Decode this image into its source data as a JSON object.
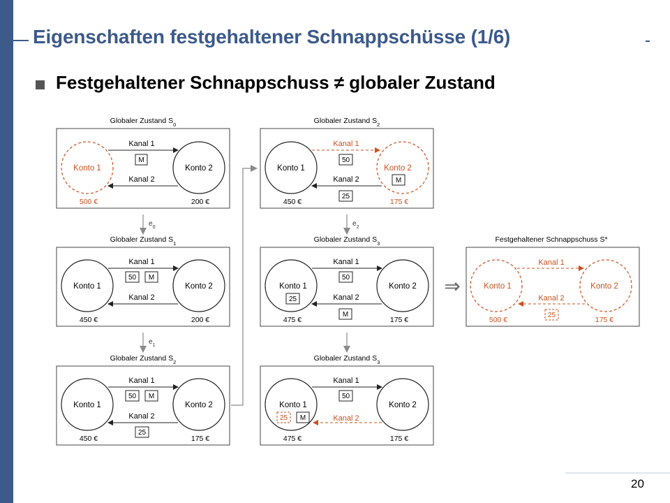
{
  "slide": {
    "title": "Eigenschaften festgehaltener Schnappschüsse (1/6)",
    "bullet": "Festgehaltener Schnappschuss  ≠ globaler Zustand",
    "page_number": "20"
  },
  "colors": {
    "accent": "#3c5a8a",
    "highlight": "#c8511f",
    "line": "#222222",
    "arrow_gray": "#8a8a8a"
  },
  "states": [
    {
      "title": "Globaler Zustand S",
      "sub": "0",
      "konto1": "Konto 1",
      "konto2": "Konto 2",
      "kanal1": "Kanal 1",
      "kanal2": "Kanal 2",
      "value1": "500 €",
      "value2": "200 €"
    },
    {
      "title": "Globaler Zustand S",
      "sub": "1",
      "konto1": "Konto 1",
      "konto2": "Konto 2",
      "kanal1": "Kanal 1",
      "kanal2": "Kanal 2",
      "value1": "450 €",
      "value2": "200 €",
      "ch1_msg1": "50",
      "ch1_msg2": "M"
    },
    {
      "title": "Globaler Zustand S",
      "sub": "2",
      "konto1": "Konto 1",
      "konto2": "Konto 2",
      "kanal1": "Kanal 1",
      "kanal2": "Kanal 2",
      "value1": "450 €",
      "value2": "175 €",
      "ch1_msg1": "50",
      "ch1_msg2": "M",
      "ch2_msg": "25"
    },
    {
      "title": "Globaler Zustand S",
      "sub": "2",
      "konto1": "Konto 1",
      "konto2": "Konto 2",
      "kanal1": "Kanal 1",
      "kanal2": "Kanal 2",
      "value1": "450 €",
      "value2": "175 €",
      "ch1_msg": "50",
      "ch2_msg": "25",
      "k2_marker": "M"
    },
    {
      "title": "Globaler Zustand S",
      "sub": "3",
      "konto1": "Konto 1",
      "konto2": "Konto 2",
      "kanal1": "Kanal 1",
      "kanal2": "Kanal 2",
      "value1": "475 €",
      "value2": "175 €",
      "ch1_msg": "50",
      "ch2_msg": "M",
      "k1_recv": "25"
    },
    {
      "title": "Globaler Zustand S",
      "sub": "3",
      "konto1": "Konto 1",
      "konto2": "Konto 2",
      "kanal1": "Kanal 1",
      "kanal2": "Kanal 2",
      "value1": "475 €",
      "value2": "175 €",
      "ch1_msg": "50",
      "k1_recv": "25",
      "k1_marker": "M"
    }
  ],
  "snapshot": {
    "title": "Festgehaltener Schnappschuss S*",
    "konto1": "Konto 1",
    "konto2": "Konto 2",
    "kanal1": "Kanal 1",
    "kanal2": "Kanal 2",
    "value1": "500 €",
    "value2": "175 €",
    "ch2_msg": "25"
  },
  "events": [
    {
      "label": "e",
      "sub": "0"
    },
    {
      "label": "e",
      "sub": "1"
    },
    {
      "label": "e",
      "sub": "2"
    }
  ],
  "implies": "⇒"
}
